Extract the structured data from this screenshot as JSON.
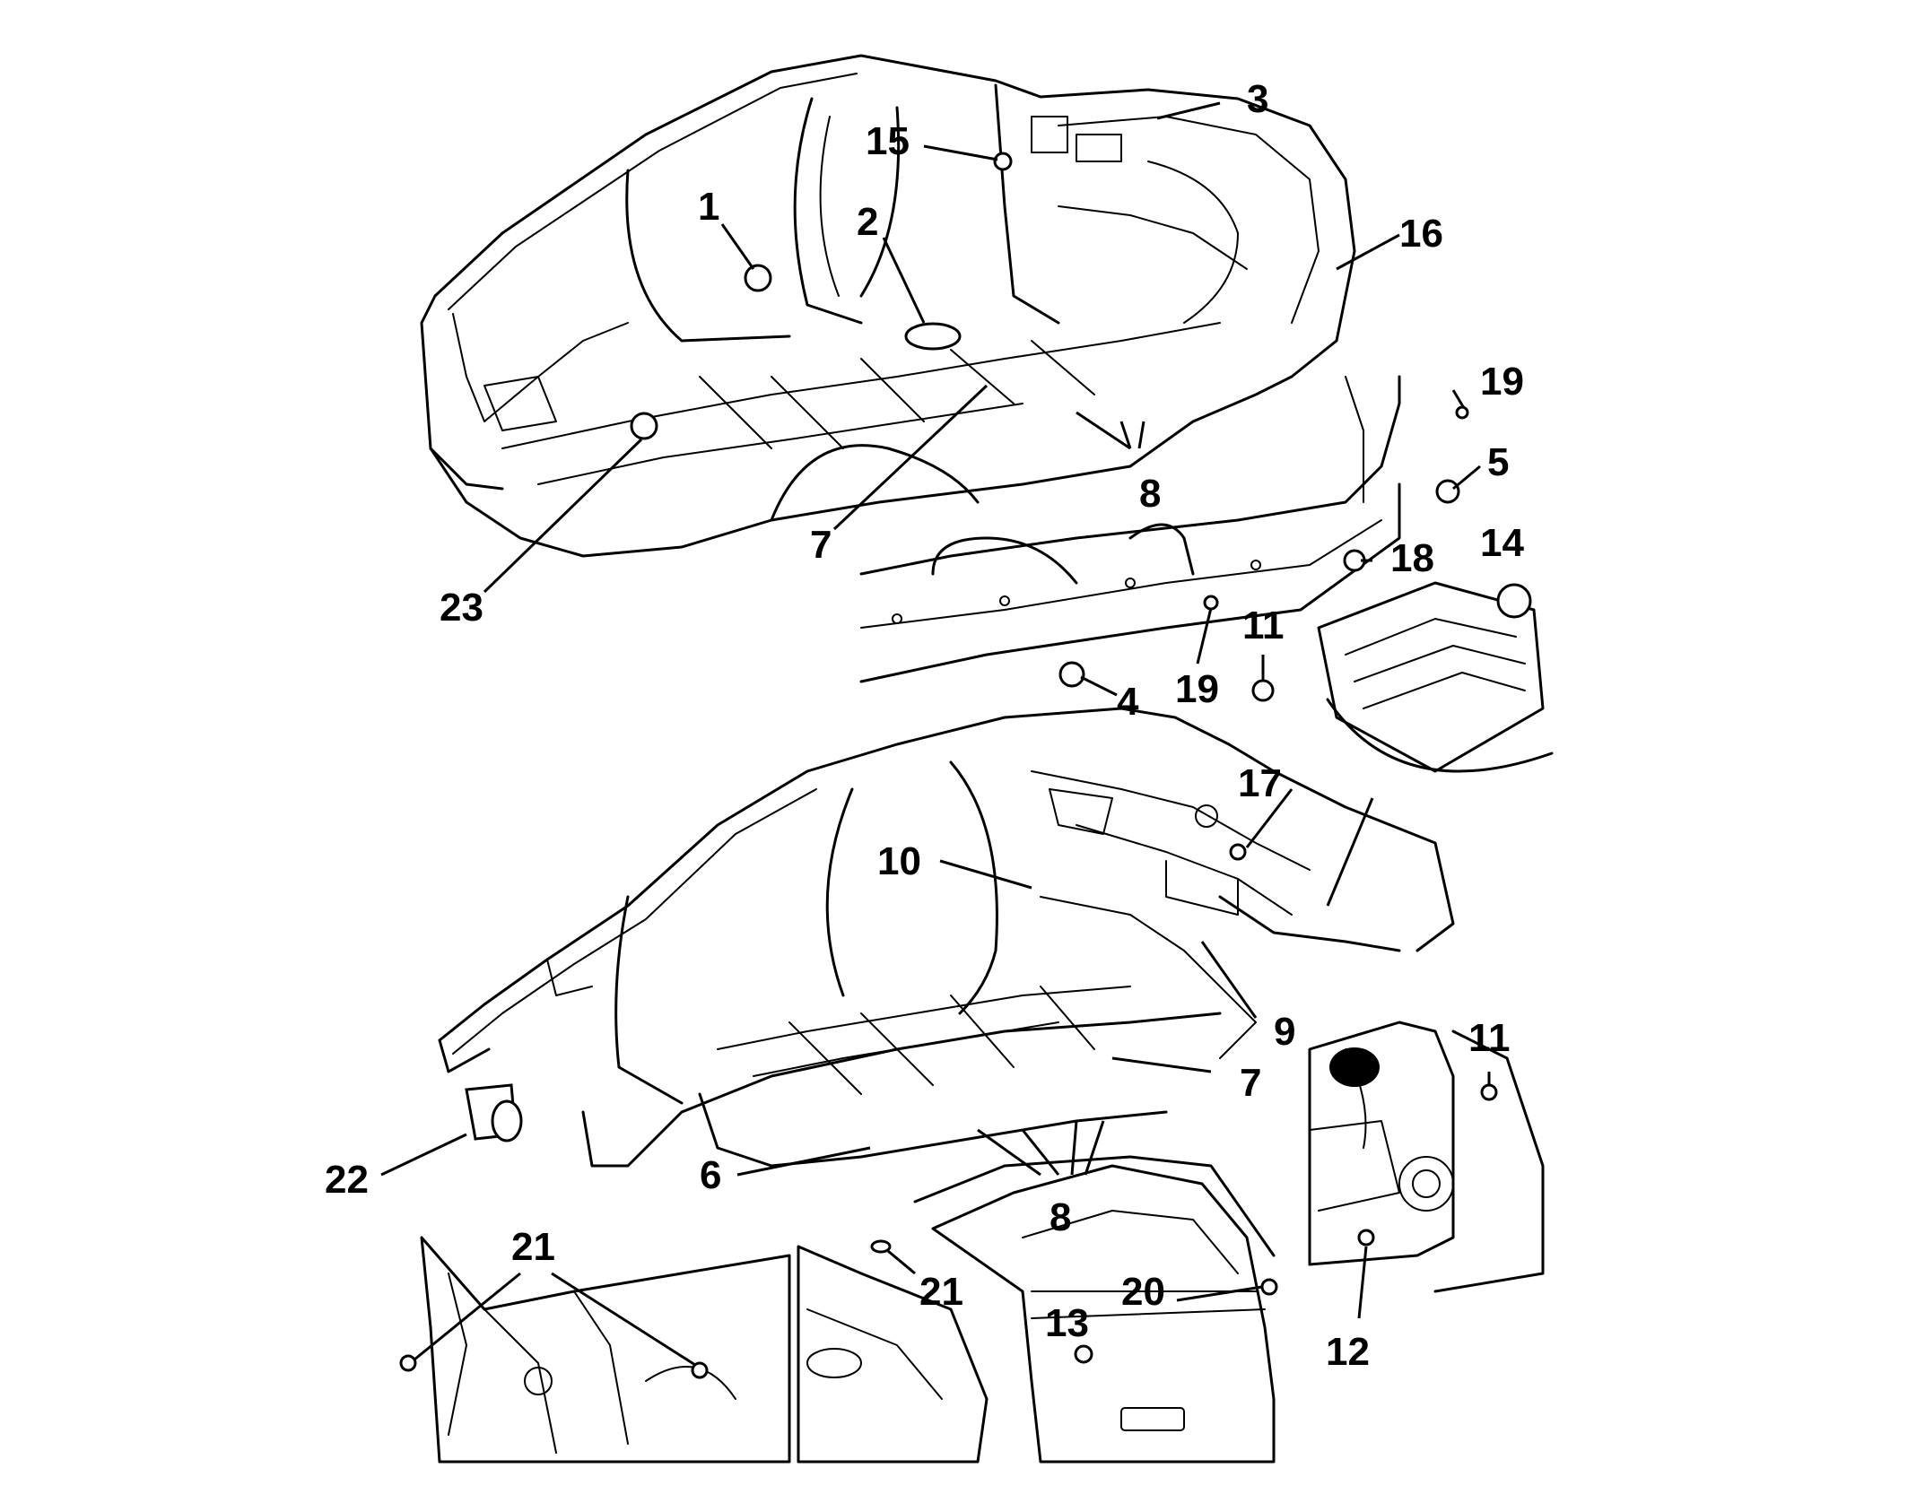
{
  "callouts": {
    "c1": "1",
    "c2": "2",
    "c3": "3",
    "c4": "4",
    "c5": "5",
    "c6": "6",
    "c7a": "7",
    "c7b": "7",
    "c8a": "8",
    "c8b": "8",
    "c9": "9",
    "c10": "10",
    "c11a": "11",
    "c11b": "11",
    "c12": "12",
    "c13": "13",
    "c14": "14",
    "c15": "15",
    "c16": "16",
    "c17": "17",
    "c18": "18",
    "c19a": "19",
    "c19b": "19",
    "c20": "20",
    "c21a": "21",
    "c21b": "21",
    "c22": "22",
    "c23": "23"
  }
}
